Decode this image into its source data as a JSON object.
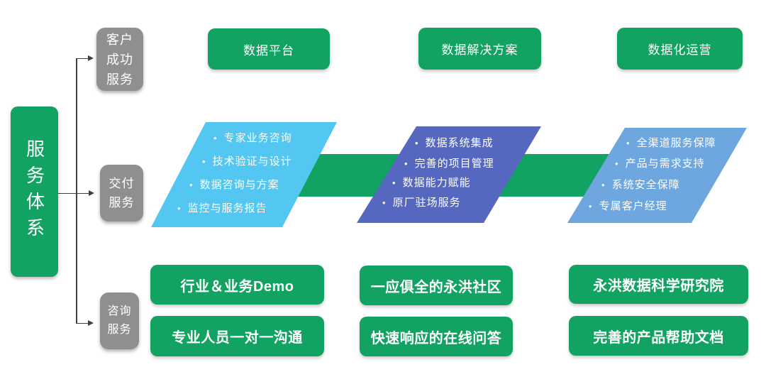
{
  "diagram_title": "服务体系",
  "colors": {
    "green": "#12A261",
    "gray": "#8F8F8F",
    "light_blue": "#53C6F1",
    "indigo_blue": "#5667C0",
    "steel_blue": "#6EA7DF",
    "connector": "#404040",
    "text_on_shapes": "#FFFFFF"
  },
  "root": {
    "label": "服务体系"
  },
  "branches": [
    {
      "label": "客户成功服务",
      "lines": [
        "客户",
        "成功",
        "服务"
      ]
    },
    {
      "label": "交付服务",
      "lines": [
        "交付",
        "服务"
      ]
    },
    {
      "label": "咨询服务",
      "lines": [
        "咨询",
        "服务"
      ]
    }
  ],
  "top_cards": [
    {
      "label": "数据平台"
    },
    {
      "label": "数据解决方案"
    },
    {
      "label": "数据化运营"
    }
  ],
  "bullet_char": "•",
  "delivery_groups": [
    {
      "items": [
        "专家业务咨询",
        "技术验证与设计",
        "数据咨询与方案",
        "监控与服务报告"
      ]
    },
    {
      "items": [
        "数据系统集成",
        "完善的项目管理",
        "数据能力赋能",
        "原厂驻场服务"
      ]
    },
    {
      "items": [
        "全渠道服务保障",
        "产品与需求支持",
        "系统安全保障",
        "专属客户经理"
      ]
    }
  ],
  "consulting_cards": [
    {
      "row1": "行业＆业务Demo",
      "row2": "专业人员一对一沟通"
    },
    {
      "row1": "一应俱全的永洪社区",
      "row2": "快速响应的在线问答"
    },
    {
      "row1": "永洪数据科学研究院",
      "row2": "完善的产品帮助文档"
    }
  ]
}
